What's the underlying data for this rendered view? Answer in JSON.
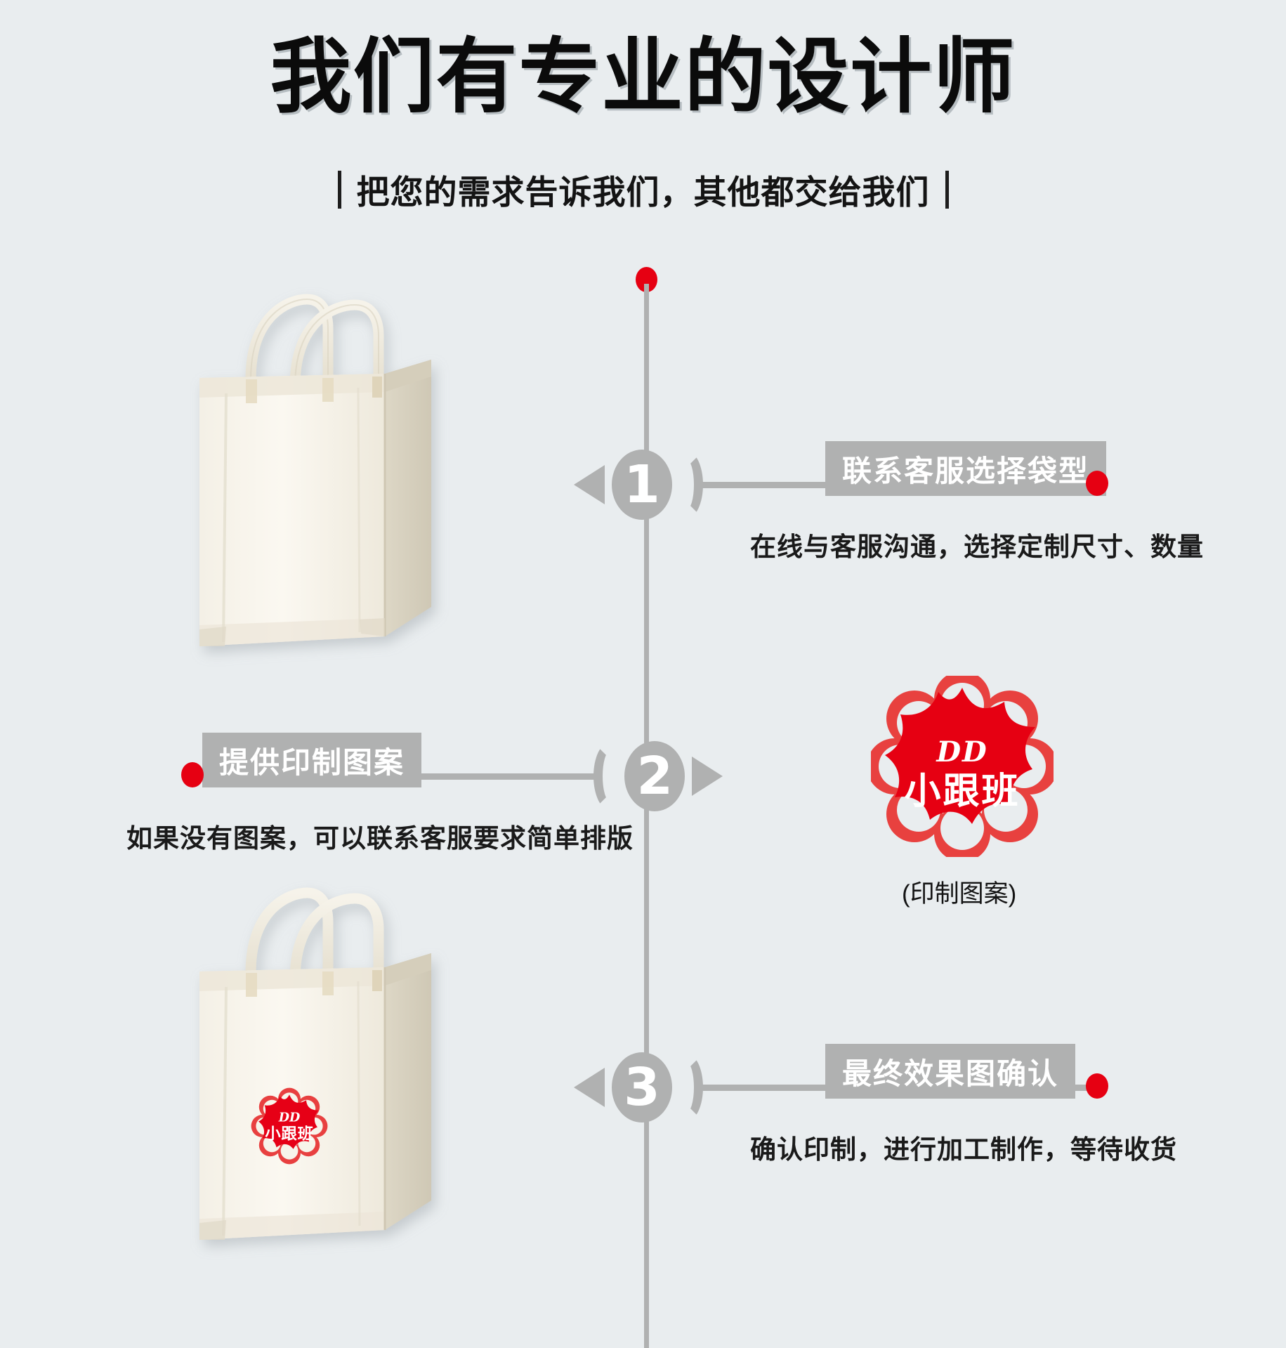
{
  "header": {
    "title": "我们有专业的设计师",
    "subtitle": "把您的需求告诉我们，其他都交给我们"
  },
  "colors": {
    "background": "#e9edef",
    "gray": "#b0b1b1",
    "red": "#e60012",
    "text": "#141414",
    "label_text": "#ffffff"
  },
  "steps": [
    {
      "number": "1",
      "label": "联系客服选择袋型",
      "description": "在线与客服沟通，选择定制尺寸、数量",
      "side": "right"
    },
    {
      "number": "2",
      "label": "提供印制图案",
      "description": "如果没有图案，可以联系客服要求简单排版",
      "side": "left"
    },
    {
      "number": "3",
      "label": "最终效果图确认",
      "description": "确认印制，进行加工制作，等待收货",
      "side": "right"
    }
  ],
  "logo": {
    "line1": "DD",
    "line2": "小跟班",
    "caption": "(印制图案)"
  },
  "bags": {
    "plain_alt": "无纺布手提袋（空白）",
    "printed_alt": "无纺布手提袋（印有小跟班图案）"
  }
}
